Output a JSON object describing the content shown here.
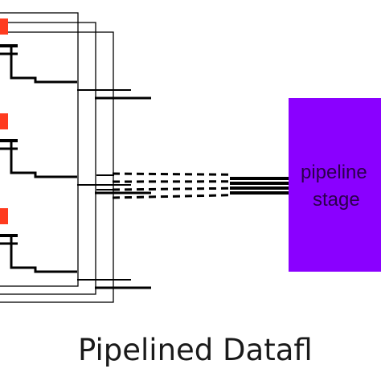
{
  "pipeline_block": {
    "label_line1": "pipeline",
    "label_line2": "stage",
    "fill_color": "#8a00ff",
    "text_color": "#2a004a"
  },
  "caption": {
    "text": "Pipelined Datafl"
  },
  "colors": {
    "line": "#000000",
    "marker": "#ff3b1f",
    "frame": "#000000",
    "background": "#ffffff"
  }
}
